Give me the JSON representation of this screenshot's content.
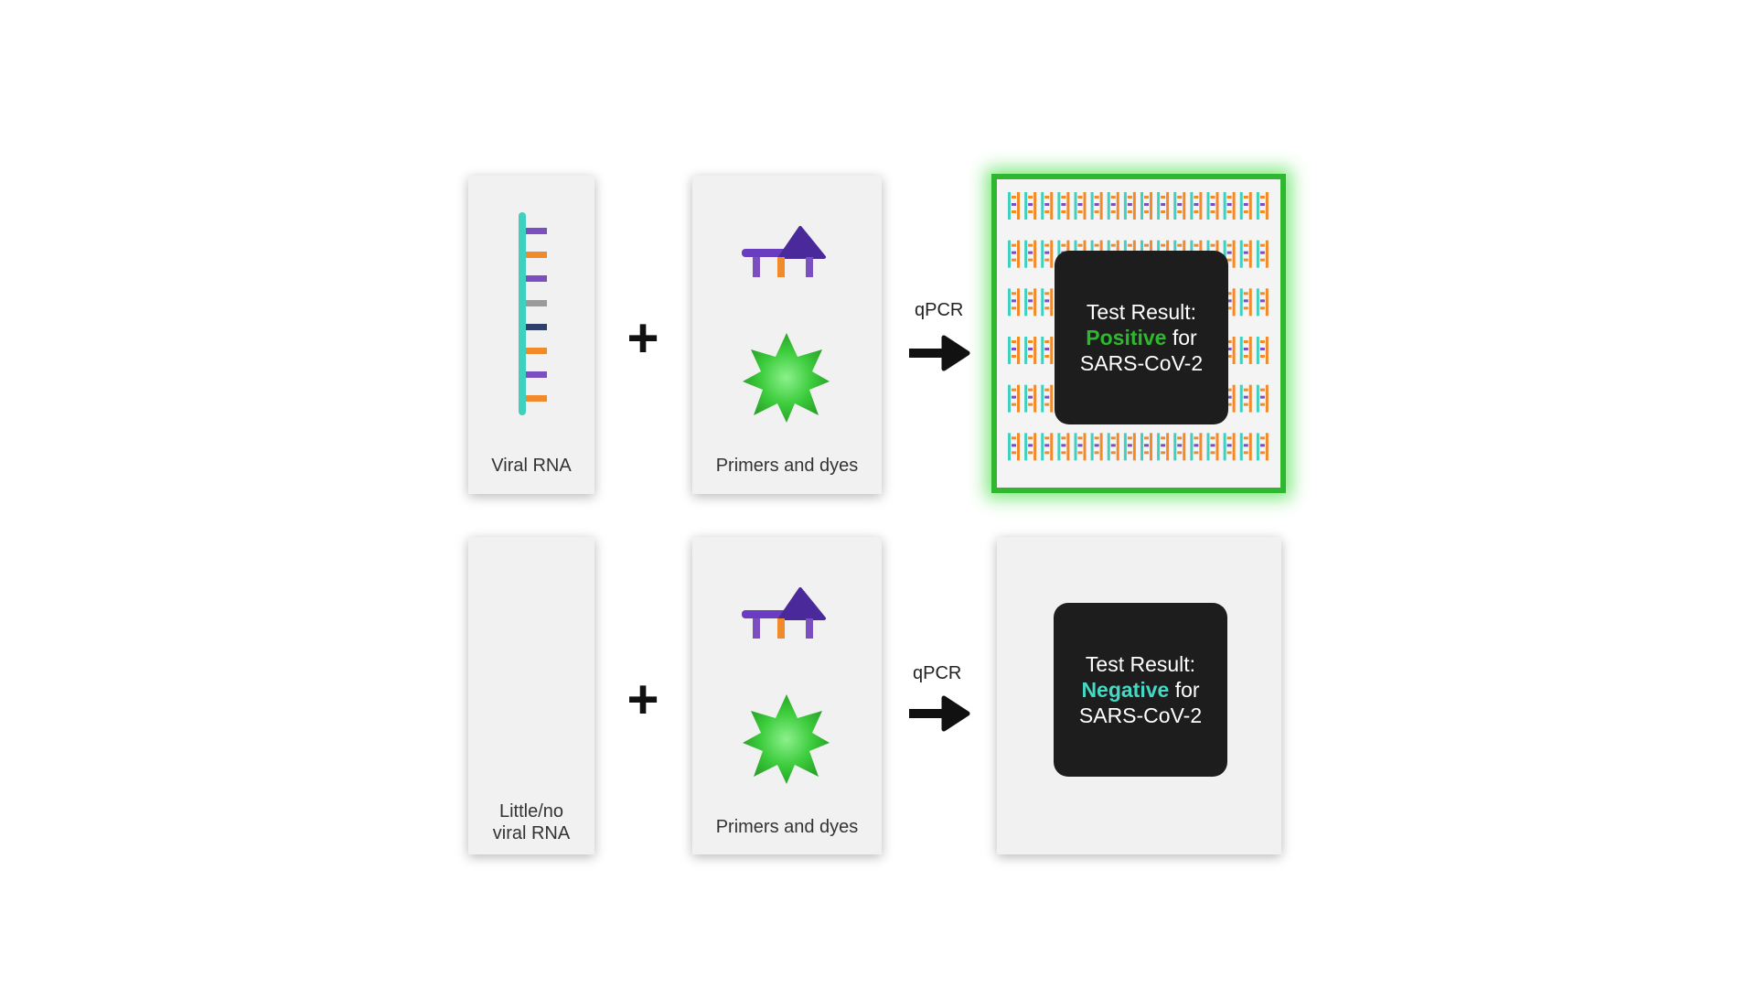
{
  "row1": {
    "rna_label": "Viral RNA",
    "reagents_label": "Primers and dyes",
    "plus": "+",
    "qpcr_label": "qPCR",
    "result": {
      "line1": "Test Result:",
      "highlight": "Positive",
      "for": " for",
      "line3": "SARS-CoV-2",
      "highlight_color": "#2db82d"
    }
  },
  "row2": {
    "rna_label_line1": "Little/no",
    "rna_label_line2": "viral RNA",
    "reagents_label": "Primers and dyes",
    "plus": "+",
    "qpcr_label": "qPCR",
    "result": {
      "line1": "Test Result:",
      "highlight": "Negative",
      "for": " for",
      "line3": "SARS-CoV-2",
      "highlight_color": "#43d9c4"
    }
  },
  "colors": {
    "rna_backbone": "#3fd0c0",
    "purple": "#7c4fc0",
    "orange": "#f08a2a",
    "gray": "#9a9a9a",
    "navy": "#2d3f6b",
    "primer_dark": "#4a2a9a",
    "dye_green": "#3ccc3c",
    "positive_frame": "#2fb82f"
  }
}
